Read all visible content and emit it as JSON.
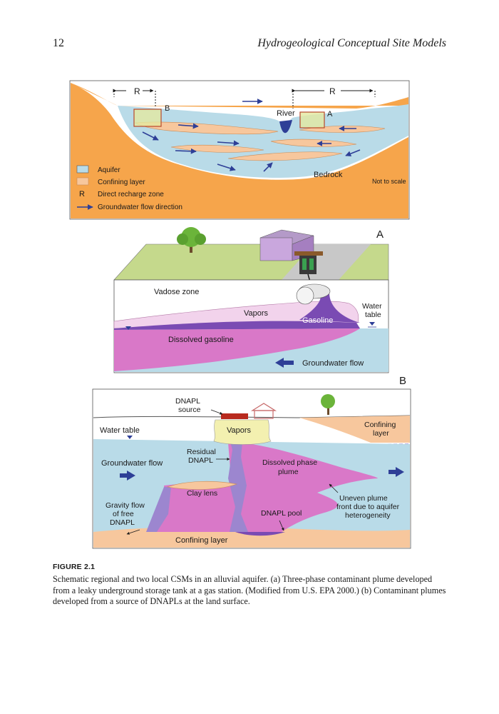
{
  "page": {
    "number": "12",
    "running_head": "Hydrogeological Conceptual Site Models"
  },
  "figure": {
    "panel_regional": {
      "recharge_symbol_left": "R",
      "recharge_symbol_right": "R",
      "label_b": "B",
      "label_a": "A",
      "river": "River",
      "bedrock": "Bedrock",
      "not_to_scale": "Not to scale",
      "legend": {
        "aquifer": "Aquifer",
        "confining_layer": "Confining layer",
        "recharge_symbol": "R",
        "recharge_zone": "Direct recharge zone",
        "flow_direction": "Groundwater flow direction"
      }
    },
    "panel_a": {
      "panel_letter": "A",
      "vadose_zone": "Vadose zone",
      "vapors": "Vapors",
      "gasoline": "Gasoline",
      "water_table_line1": "Water",
      "water_table_line2": "table",
      "dissolved_gasoline": "Dissolved gasoline",
      "groundwater_flow": "Groundwater flow"
    },
    "panel_b": {
      "panel_letter": "B",
      "dnapl_source_line1": "DNAPL",
      "dnapl_source_line2": "source",
      "water_table": "Water table",
      "vapors": "Vapors",
      "confining_layer_top_line1": "Confining",
      "confining_layer_top_line2": "layer",
      "residual_line1": "Residual",
      "residual_line2": "DNAPL",
      "groundwater_flow": "Groundwater flow",
      "dissolved_line1": "Dissolved phase",
      "dissolved_line2": "plume",
      "clay_lens": "Clay lens",
      "uneven_line1": "Uneven plume",
      "uneven_line2": "front due to aquifer",
      "uneven_line3": "heterogeneity",
      "gravity_line1": "Gravity flow",
      "gravity_line2": "of free",
      "gravity_line3": "DNAPL",
      "dnapl_pool": "DNAPL pool",
      "confining_layer_bottom": "Confining layer"
    },
    "colors": {
      "aquifer": "#b9dbe8",
      "confining": "#f7c79d",
      "bedrock": "#f6a54b",
      "plume": "#d978c8",
      "vapor": "#f2d3ec",
      "dnapl": "#7a4bb3",
      "arrow": "#2e3f97"
    }
  },
  "caption": {
    "title": "FIGURE 2.1",
    "text": "Schematic regional and two local CSMs in an alluvial aquifer. (a) Three-phase contaminant plume developed from a leaky underground storage tank at a gas station. (Modified from U.S. EPA 2000.) (b) Contaminant plumes developed from a source of DNAPLs at the land surface."
  }
}
